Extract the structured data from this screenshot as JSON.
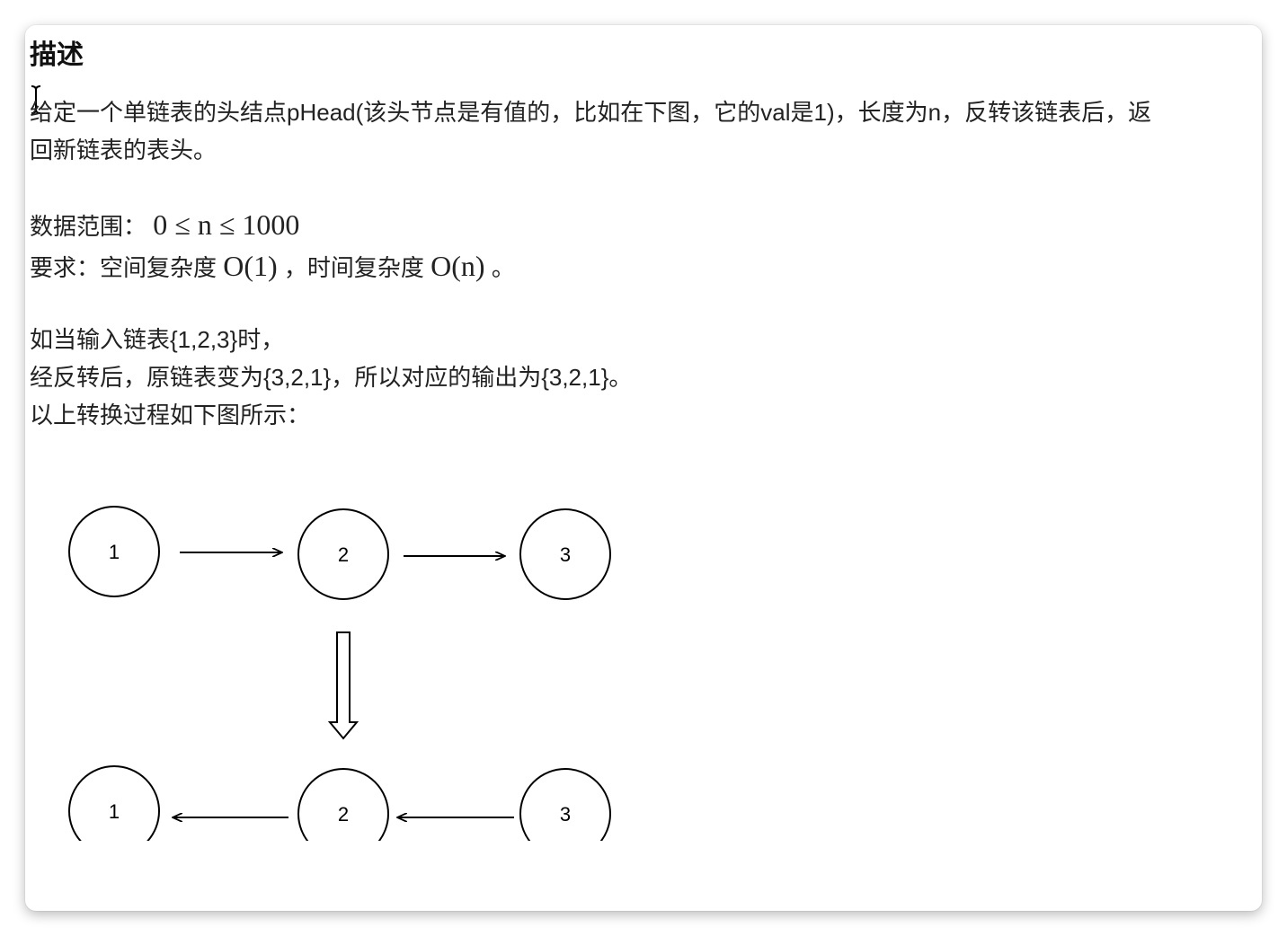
{
  "title": "描述",
  "description": {
    "line1": "给定一个单链表的头结点pHead(该头节点是有值的，比如在下图，它的val是1)，长度为n，反转该链表后，返",
    "line2": "回新链表的表头。"
  },
  "constraints": {
    "range_label": "数据范围：",
    "range_math": "0 ≤ n ≤ 1000",
    "req_label": "要求：空间复杂度",
    "space_math": "O(1)",
    "req_mid": "，时间复杂度",
    "time_math": "O(n)",
    "req_end": "。"
  },
  "example": {
    "line1": "如当输入链表{1,2,3}时，",
    "line2": "经反转后，原链表变为{3,2,1}，所以对应的输出为{3,2,1}。",
    "line3": "以上转换过程如下图所示："
  },
  "diagram": {
    "top_nodes": [
      "1",
      "2",
      "3"
    ],
    "bottom_nodes": [
      "1",
      "2",
      "3"
    ],
    "top_direction": "right",
    "bottom_direction": "left"
  }
}
